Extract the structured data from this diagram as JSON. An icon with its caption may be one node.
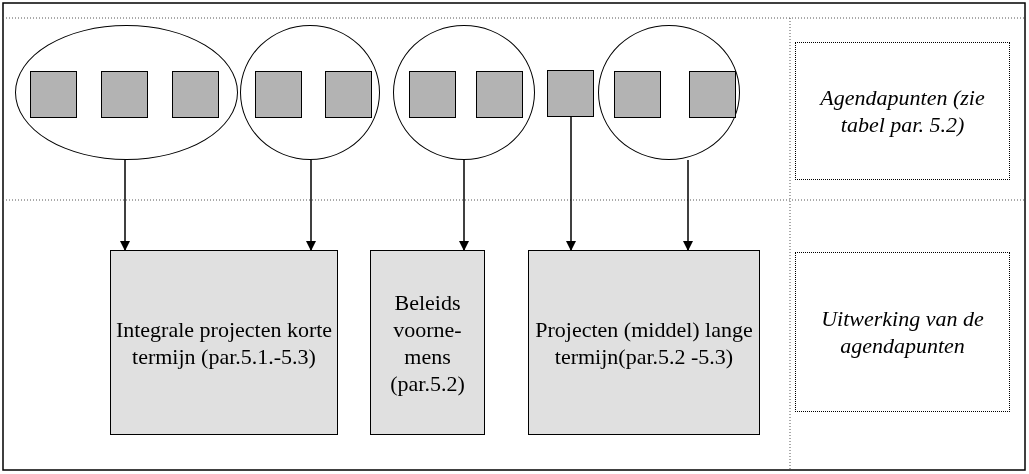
{
  "diagram": {
    "nodes": [
      {
        "text": [],
        "shape": "circle"
      },
      {
        "text": [],
        "shape": "box",
        "in": 0
      },
      {
        "text": [],
        "shape": "box",
        "in": 0
      },
      {
        "text": [],
        "shape": "box",
        "in": 0
      },
      {
        "text": [],
        "shape": "circle"
      },
      {
        "text": [],
        "shape": "box",
        "in": 4
      },
      {
        "text": [],
        "shape": "box",
        "in": 4
      },
      {
        "text": [],
        "shape": "circle"
      },
      {
        "text": [],
        "shape": "box",
        "in": 7
      },
      {
        "text": [],
        "shape": "box",
        "in": 7
      },
      {
        "text": [],
        "shape": "box"
      },
      {
        "text": [],
        "shape": "circle"
      },
      {
        "text": [],
        "shape": "box",
        "in": 11
      },
      {
        "text": [],
        "shape": "box",
        "in": 11
      },
      {
        "text": [
          "Integrale projecten korte termijn (par.5.1.-5.3)"
        ]
      },
      {
        "text": [
          "Beleids voorne- mens (par.5.2)"
        ]
      },
      {
        "text": [
          "Projecten (middel) lange termijn(par.5.2 -5.3)"
        ]
      },
      {
        "text": [
          "Agendapunten (zie tabel par. 5.2)"
        ]
      },
      {
        "text": [
          "Uitwerking van de agendapunten"
        ]
      }
    ],
    "edges": [
      {
        "from": 0,
        "to": 14,
        "arrow": "to"
      },
      {
        "from": 4,
        "to": 14,
        "arrow": "to"
      },
      {
        "from": 7,
        "to": 15,
        "arrow": "to"
      },
      {
        "from": 10,
        "to": 16,
        "arrow": "to"
      },
      {
        "from": 11,
        "to": 16,
        "arrow": "to"
      }
    ]
  }
}
